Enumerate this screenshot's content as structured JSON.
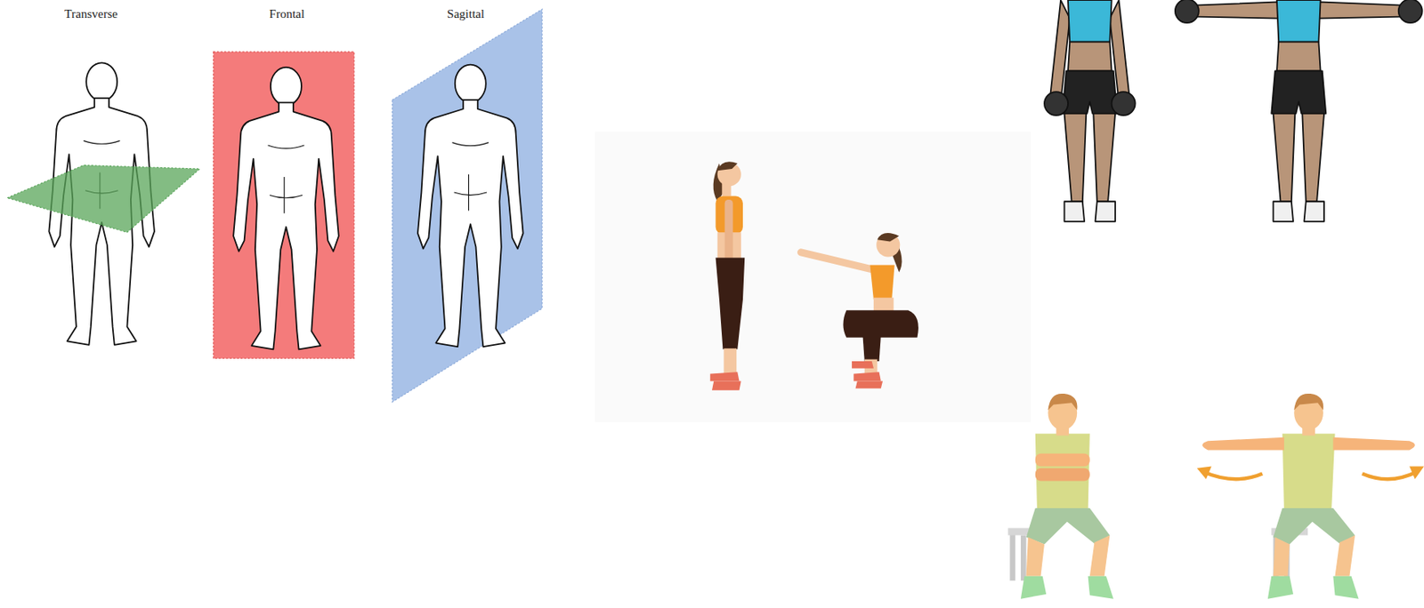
{
  "diagram": {
    "labels": [
      "Transverse",
      "Frontal",
      "Sagittal"
    ]
  }
}
